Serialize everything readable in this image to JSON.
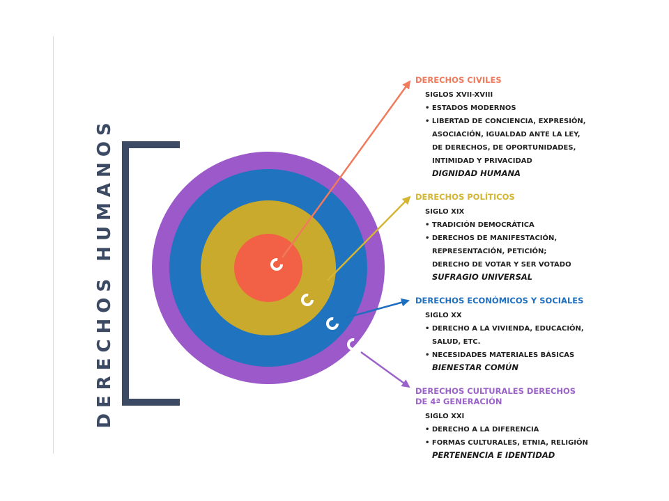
{
  "title": "DERECHOS HUMANOS",
  "colors": {
    "bracket": "#3c4a63",
    "ring_outer": "#9b59c9",
    "ring_blue": "#1f73bf",
    "ring_gold": "#c9aa2c",
    "center": "#f26146",
    "civiles": "#f07a5c",
    "politicos": "#d4b534",
    "economicos": "#1f6fc0",
    "culturales": "#9b63c9"
  },
  "blocks": [
    {
      "id": "civiles",
      "heading": "DERECHOS CIVILES",
      "period": "SIGLOS XVII-XVIII",
      "items": [
        [
          "ESTADOS MODERNOS"
        ],
        [
          "LIBERTAD DE CONCIENCIA, EXPRESIÓN,",
          "ASOCIACIÓN, IGUALDAD ANTE LA LEY,",
          "DE DERECHOS, DE OPORTUNIDADES,",
          "INTIMIDAD Y PRIVACIDAD"
        ]
      ],
      "conclusion": "DIGNIDAD HUMANA"
    },
    {
      "id": "politicos",
      "heading": "DERECHOS POLÍTICOS",
      "period": "SIGLO XIX",
      "items": [
        [
          "TRADICIÓN DEMOCRÁTICA"
        ],
        [
          "DERECHOS DE MANIFESTACIÓN,",
          "REPRESENTACIÓN, PETICIÓN;",
          "DERECHO DE VOTAR Y SER VOTADO"
        ]
      ],
      "conclusion": "SUFRAGIO UNIVERSAL"
    },
    {
      "id": "economicos",
      "heading": "DERECHOS ECONÓMICOS Y SOCIALES",
      "period": "SIGLO XX",
      "items": [
        [
          "DERECHO A LA VIVIENDA, EDUCACIÓN,",
          "SALUD, ETC."
        ],
        [
          "NECESIDADES MATERIALES BÁSICAS"
        ]
      ],
      "conclusion": "BIENESTAR COMÚN"
    },
    {
      "id": "culturales",
      "heading": "DERECHOS CULTURALES DERECHOS DE 4ª GENERACIÓN",
      "period": "SIGLO XXI",
      "items": [
        [
          "DERECHO A LA DIFERENCIA"
        ],
        [
          "FORMAS CULTURALES, ETNIA, RELIGIÓN"
        ]
      ],
      "conclusion": "PERTENENCIA E IDENTIDAD"
    }
  ]
}
